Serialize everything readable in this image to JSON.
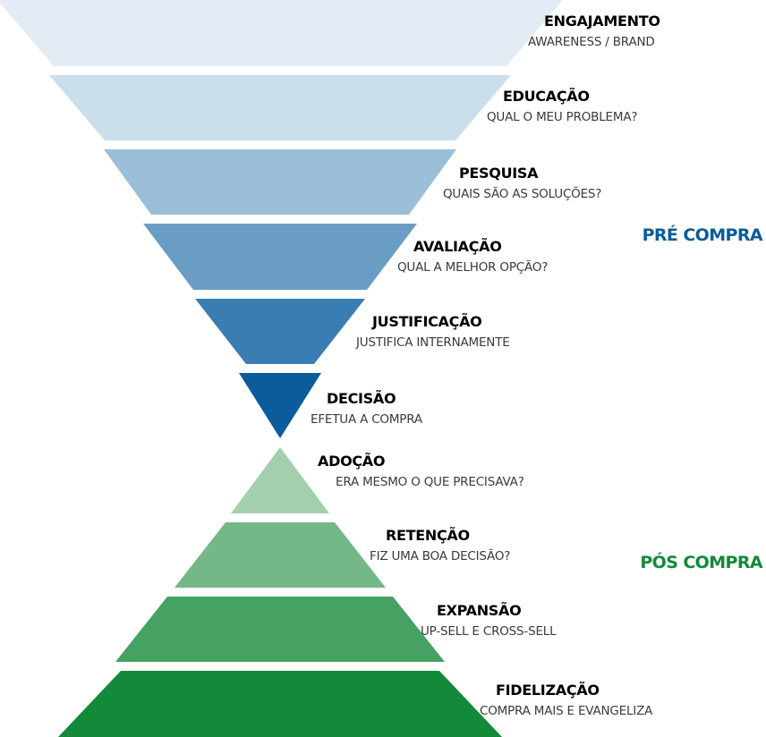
{
  "stages": [
    {
      "id": "engajamento",
      "title": "ENGAJAMENTO",
      "subtitle": "AWARENESS / BRAND",
      "color": "#e3ecf4"
    },
    {
      "id": "educacao",
      "title": "EDUCAÇÃO",
      "subtitle": "QUAL O MEU PROBLEMA?",
      "color": "#cbdeeb"
    },
    {
      "id": "pesquisa",
      "title": "PESQUISA",
      "subtitle": "QUAIS SÃO AS SOLUÇÕES?",
      "color": "#9bbfd8"
    },
    {
      "id": "avaliacao",
      "title": "AVALIAÇÃO",
      "subtitle": "QUAL A MELHOR OPÇÃO?",
      "color": "#6a9dc4"
    },
    {
      "id": "justificacao",
      "title": "JUSTIFICAÇÃO",
      "subtitle": "JUSTIFICA INTERNAMENTE",
      "color": "#3a7db3"
    },
    {
      "id": "decisao",
      "title": "DECISÃO",
      "subtitle": "EFETUA A COMPRA",
      "color": "#0b5c9c"
    },
    {
      "id": "adocao",
      "title": "ADOÇÃO",
      "subtitle": "ERA MESMO O QUE PRECISAVA?",
      "color": "#a3cfae"
    },
    {
      "id": "retencao",
      "title": "RETENÇÃO",
      "subtitle": "FIZ UMA BOA DECISÃO?",
      "color": "#74b887"
    },
    {
      "id": "expansao",
      "title": "EXPANSÃO",
      "subtitle": "UP-SELL E CROSS-SELL",
      "color": "#45a262"
    },
    {
      "id": "fidelizacao",
      "title": "FIDELIZAÇÃO",
      "subtitle": "COMPRA MAIS E EVANGELIZA",
      "color": "#128a3a"
    }
  ],
  "groups": {
    "pre": {
      "label": "PRÉ COMPRA",
      "color": "#0b5c9c"
    },
    "pos": {
      "label": "PÓS COMPRA",
      "color": "#128a3a"
    }
  }
}
